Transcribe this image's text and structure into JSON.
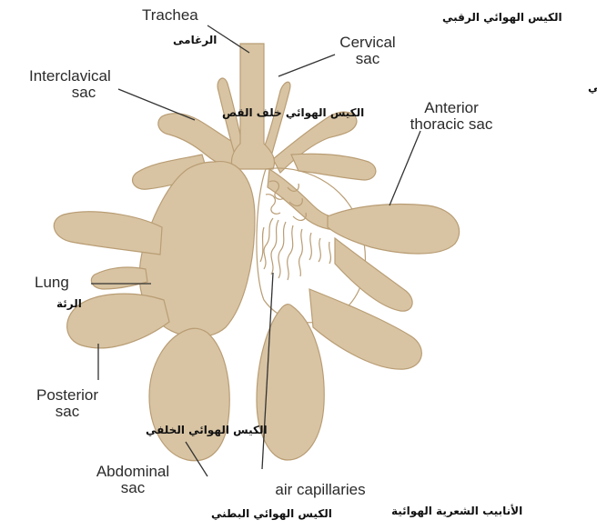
{
  "labels": {
    "trachea": {
      "en": "Trachea",
      "ar": "الرغامى"
    },
    "cervical_sac": {
      "en_line1": "Cervical",
      "en_line2": "sac",
      "ar": "الكيس الهوائي الرقبي"
    },
    "interclavical_sac": {
      "en_line1": "Interclavical",
      "en_line2": "sac",
      "ar": "الكيس الهوائي خلف القص"
    },
    "anterior_thoracic_sac": {
      "en_line1": "Anterior",
      "en_line2": "thoracic sac",
      "ar": "الكيس الهوائي الصدري الداخلي"
    },
    "lung": {
      "en": "Lung",
      "ar": "الرئة"
    },
    "posterior_sac": {
      "en_line1": "Posterior",
      "en_line2": "sac",
      "ar": "الكيس الهوائي الخلفي"
    },
    "abdominal_sac": {
      "en_line1": "Abdominal",
      "en_line2": "sac",
      "ar": "الكيس الهوائي البطني"
    },
    "air_capillaries": {
      "en": "air capillaries",
      "ar": "الأنابيب الشعرية الهوائية"
    }
  },
  "colors": {
    "organ_fill": "#d8c4a3",
    "organ_stroke": "#b99d74",
    "leader_line": "#333333",
    "text": "#2b2b2b"
  }
}
